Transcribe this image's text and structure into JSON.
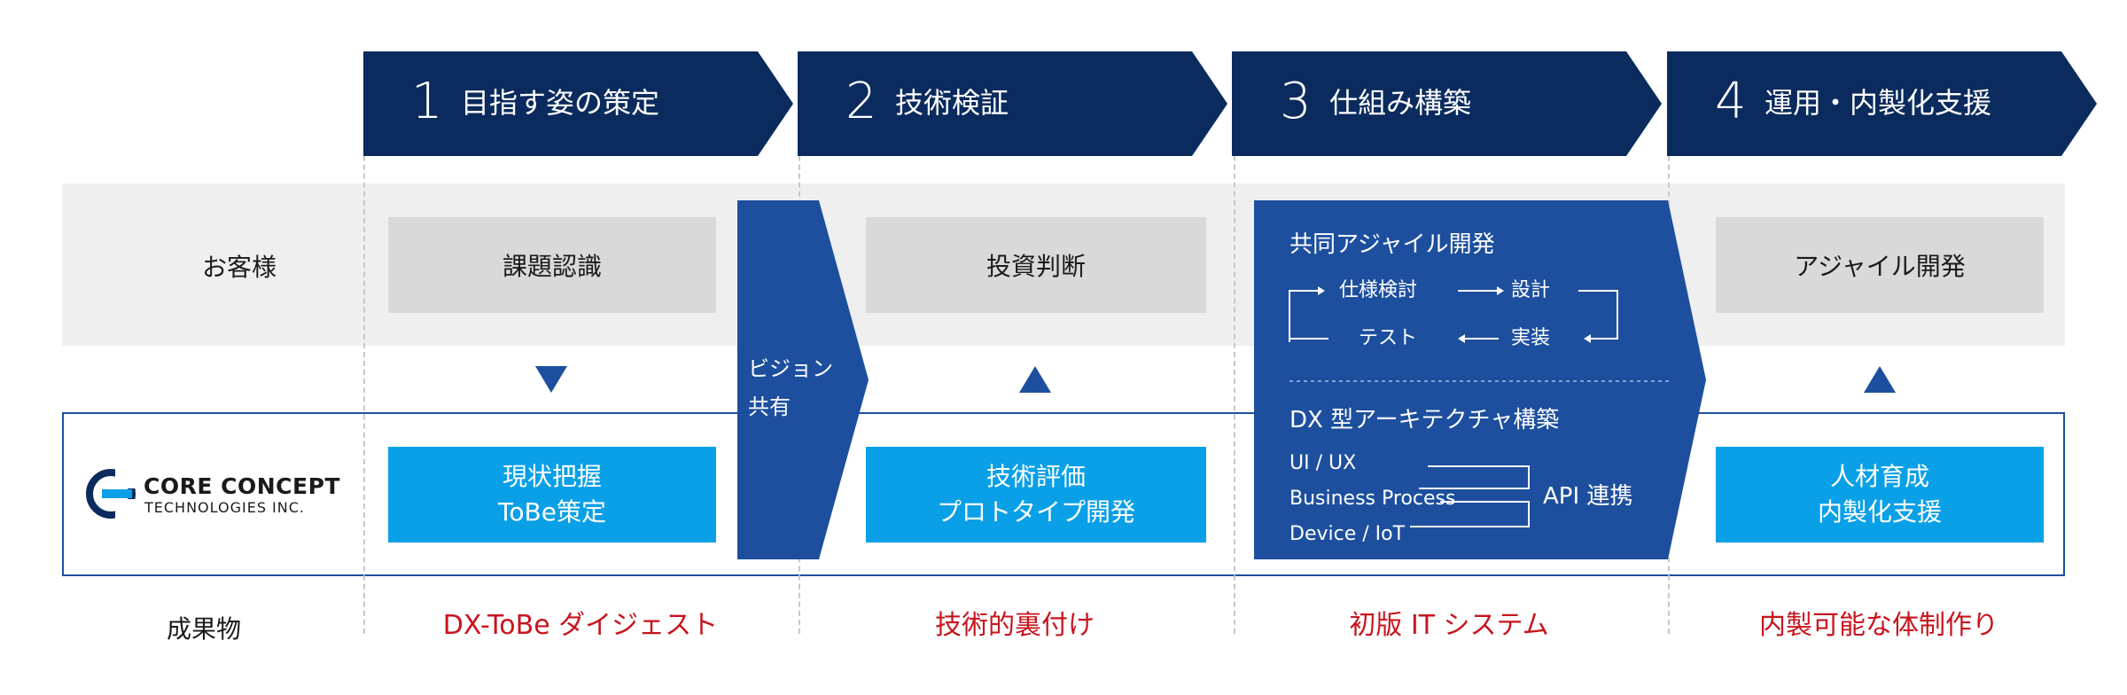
{
  "stages": [
    {
      "num": "1",
      "title": "目指す姿の策定"
    },
    {
      "num": "2",
      "title": "技術検証"
    },
    {
      "num": "3",
      "title": "仕組み構築"
    },
    {
      "num": "4",
      "title": "運用・内製化支援"
    }
  ],
  "rows": {
    "customer": "お客様",
    "deliverable": "成果物"
  },
  "customer_boxes": {
    "s1": "課題認識",
    "s2": "投資判断",
    "s4": "アジャイル開発"
  },
  "company_boxes": {
    "s1": [
      "現状把握",
      "ToBe策定"
    ],
    "s2": [
      "技術評価",
      "プロトタイプ開発"
    ],
    "s4": [
      "人材育成",
      "内製化支援"
    ]
  },
  "vision": {
    "line1": "ビジョン",
    "line2": "共有"
  },
  "agile": {
    "title": "共同アジャイル開発",
    "cycle": {
      "spec": "仕様検討",
      "design": "設計",
      "test": "テスト",
      "impl": "実装"
    },
    "arch_title": "DX 型アーキテクチャ構築",
    "items": [
      "UI / UX",
      "Business Process",
      "Device / IoT"
    ],
    "api": "API 連携"
  },
  "logo": {
    "line1": "CORE CONCEPT",
    "line2": "TECHNOLOGIES INC."
  },
  "deliverables": [
    "DX-ToBe ダイジェスト",
    "技術的裏付け",
    "初版 IT システム",
    "内製可能な体制作り"
  ],
  "colors": {
    "navy": "#0b2b5e",
    "blue": "#1d4f9e",
    "sky": "#0aa0e8",
    "red": "#c8141e",
    "gray": "#d9d9d9"
  }
}
